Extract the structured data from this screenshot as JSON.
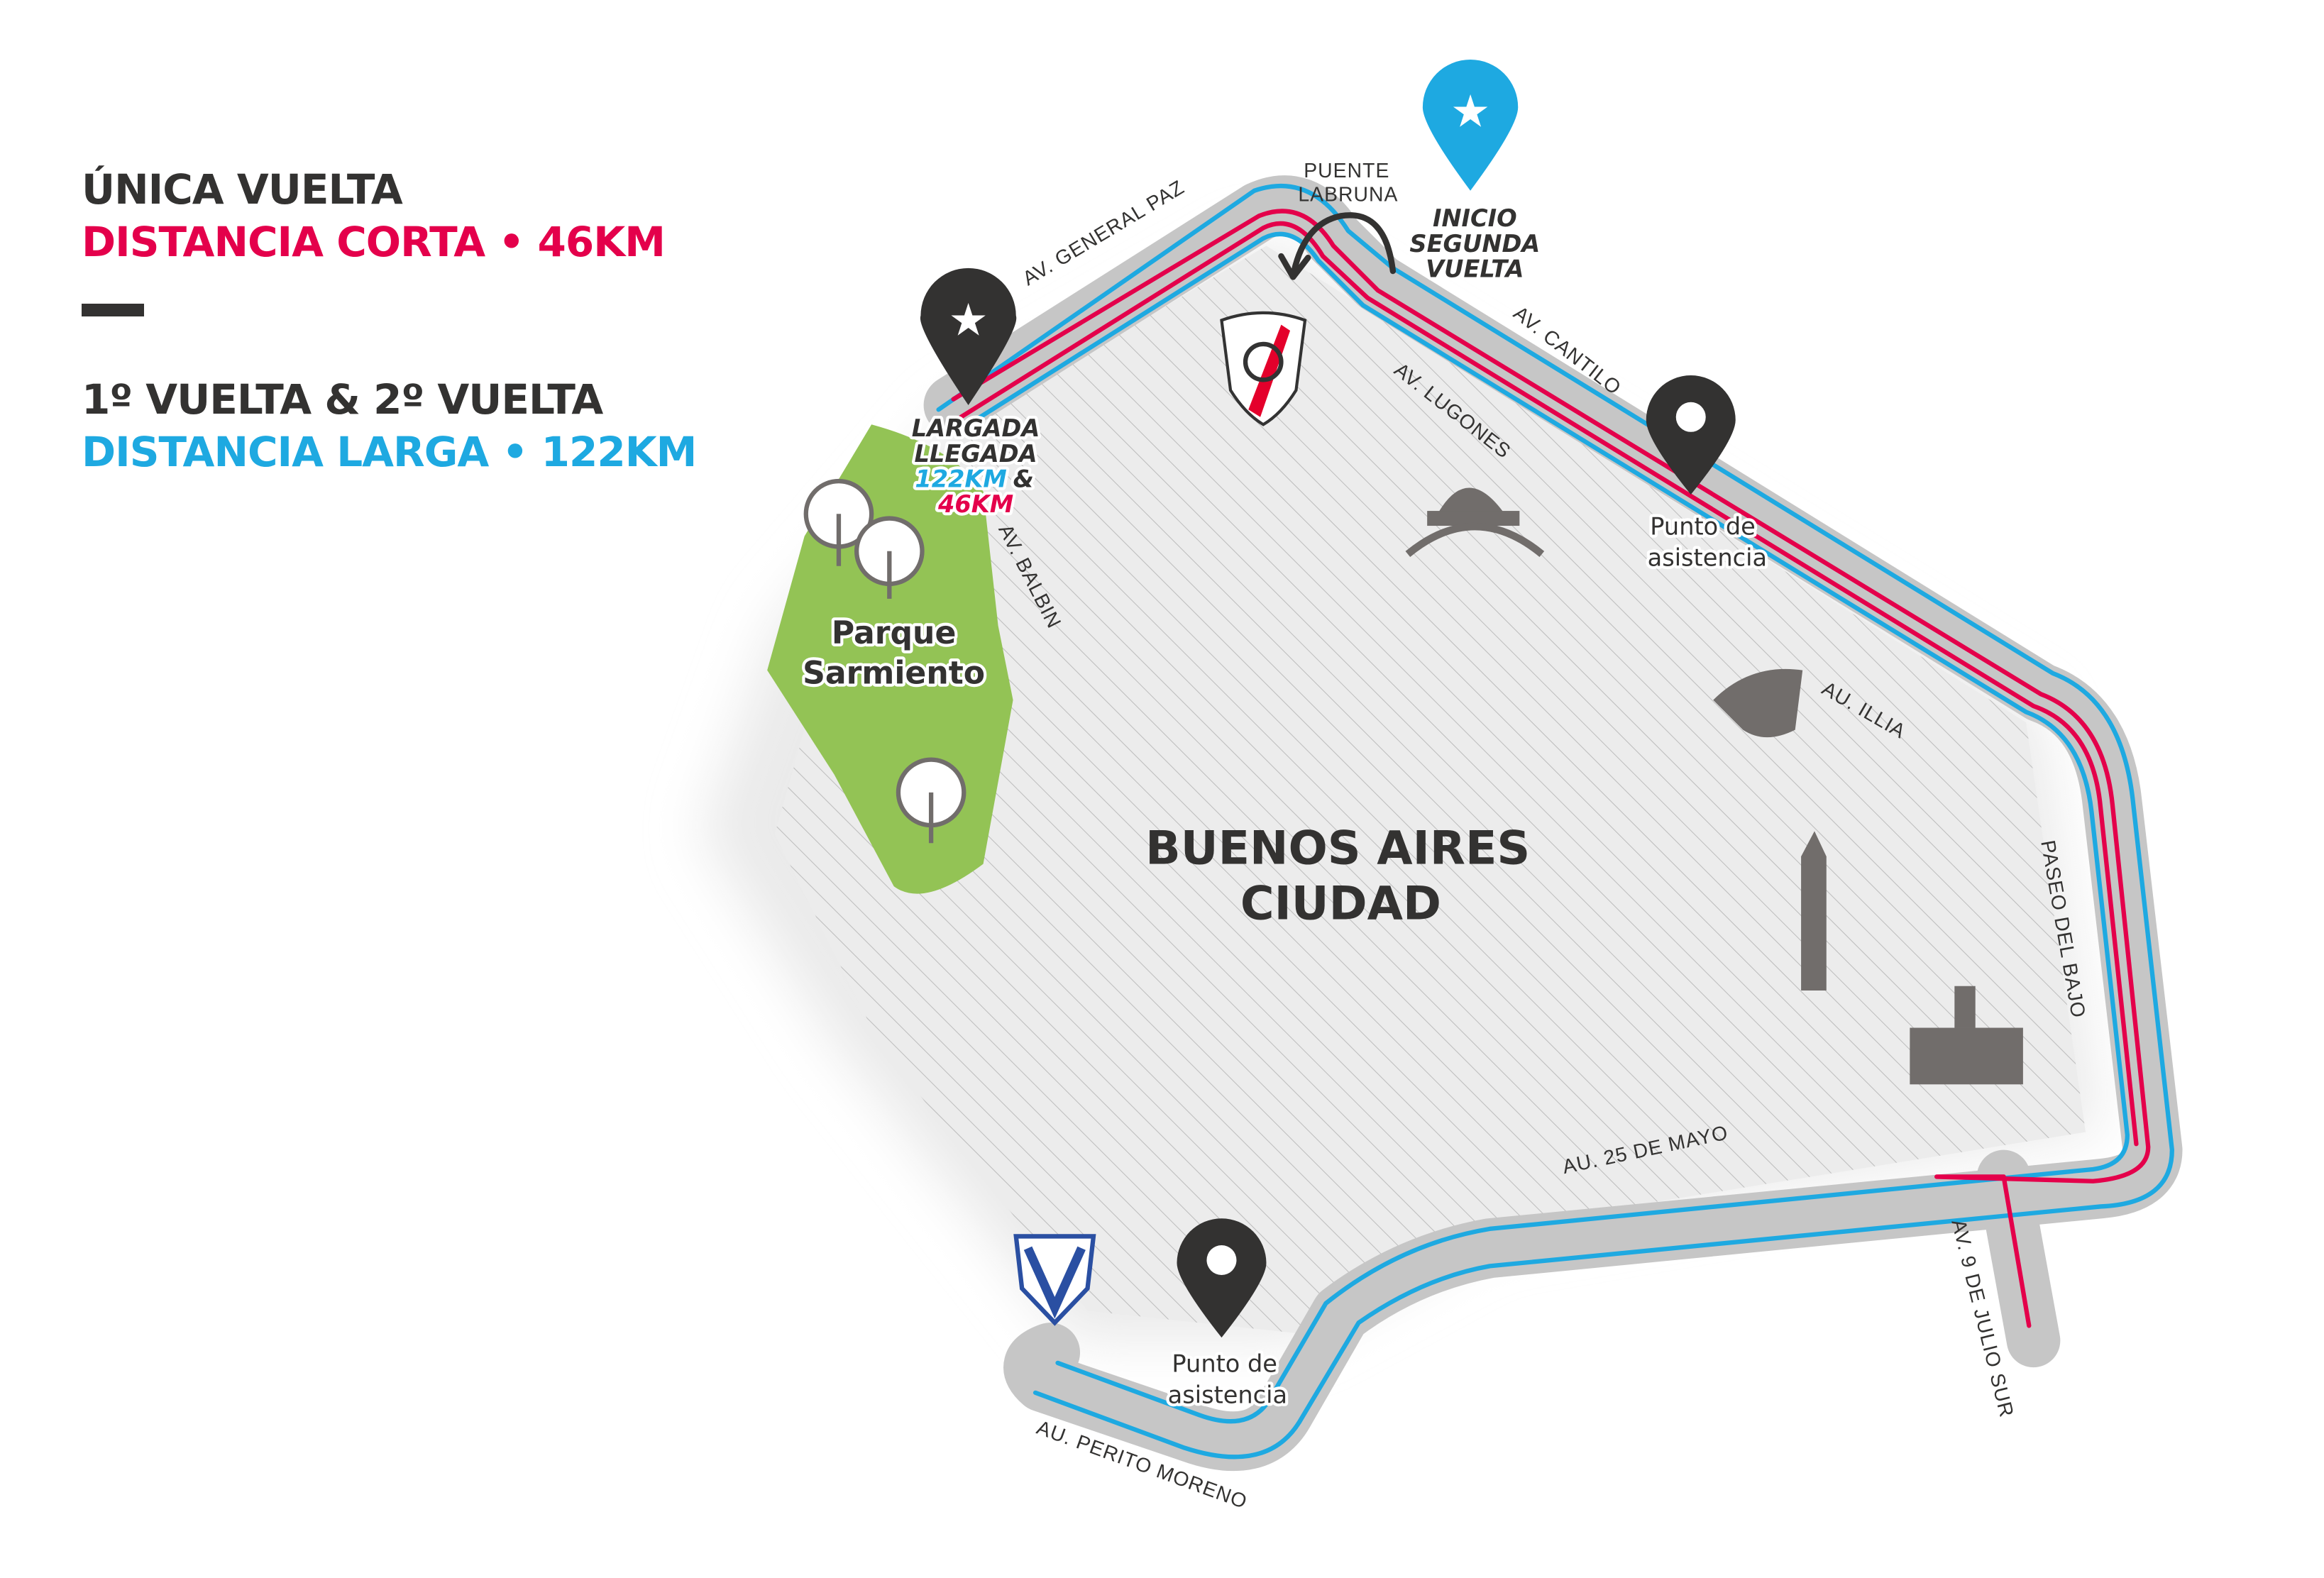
{
  "legend": {
    "single_lap": "ÚNICA VUELTA",
    "short_distance": "DISTANCIA CORTA • 46KM",
    "laps": "1º VUELTA & 2º VUELTA",
    "long_distance": "DISTANCIA LARGA • 122KM"
  },
  "map": {
    "city_line1": "BUENOS AIRES",
    "city_line2": "CIUDAD",
    "park_line1": "Parque",
    "park_line2": "Sarmiento",
    "start": {
      "line1": "LARGADA",
      "line2": "LLEGADA",
      "long": "122KM",
      "amp": "&",
      "short": "46KM"
    },
    "second_lap": {
      "line1": "INICIO",
      "line2": "SEGUNDA",
      "line3": "VUELTA"
    },
    "bridge": {
      "line1": "PUENTE",
      "line2": "LABRUNA"
    },
    "aid_station_1": {
      "line1": "Punto de",
      "line2": "asistencia"
    },
    "aid_station_2": {
      "line1": "Punto de",
      "line2": "asistencia"
    },
    "roads": {
      "general_paz": "AV. GENERAL PAZ",
      "cantilo": "AV. CANTILO",
      "lugones": "AV. LUGONES",
      "balbin": "AV. BALBIN",
      "illia": "AU. ILLIA",
      "paseo_bajo": "PASEO DEL BAJO",
      "mayo": "AU. 25 DE MAYO",
      "nueve_julio": "AV. 9 DE JULIO SUR",
      "perito_moreno": "AU. PERITO MORENO"
    }
  },
  "colors": {
    "short": "#e4004b",
    "long": "#1ea9e1",
    "dark": "#333231",
    "park": "#93c355",
    "road": "#c6c6c6"
  }
}
